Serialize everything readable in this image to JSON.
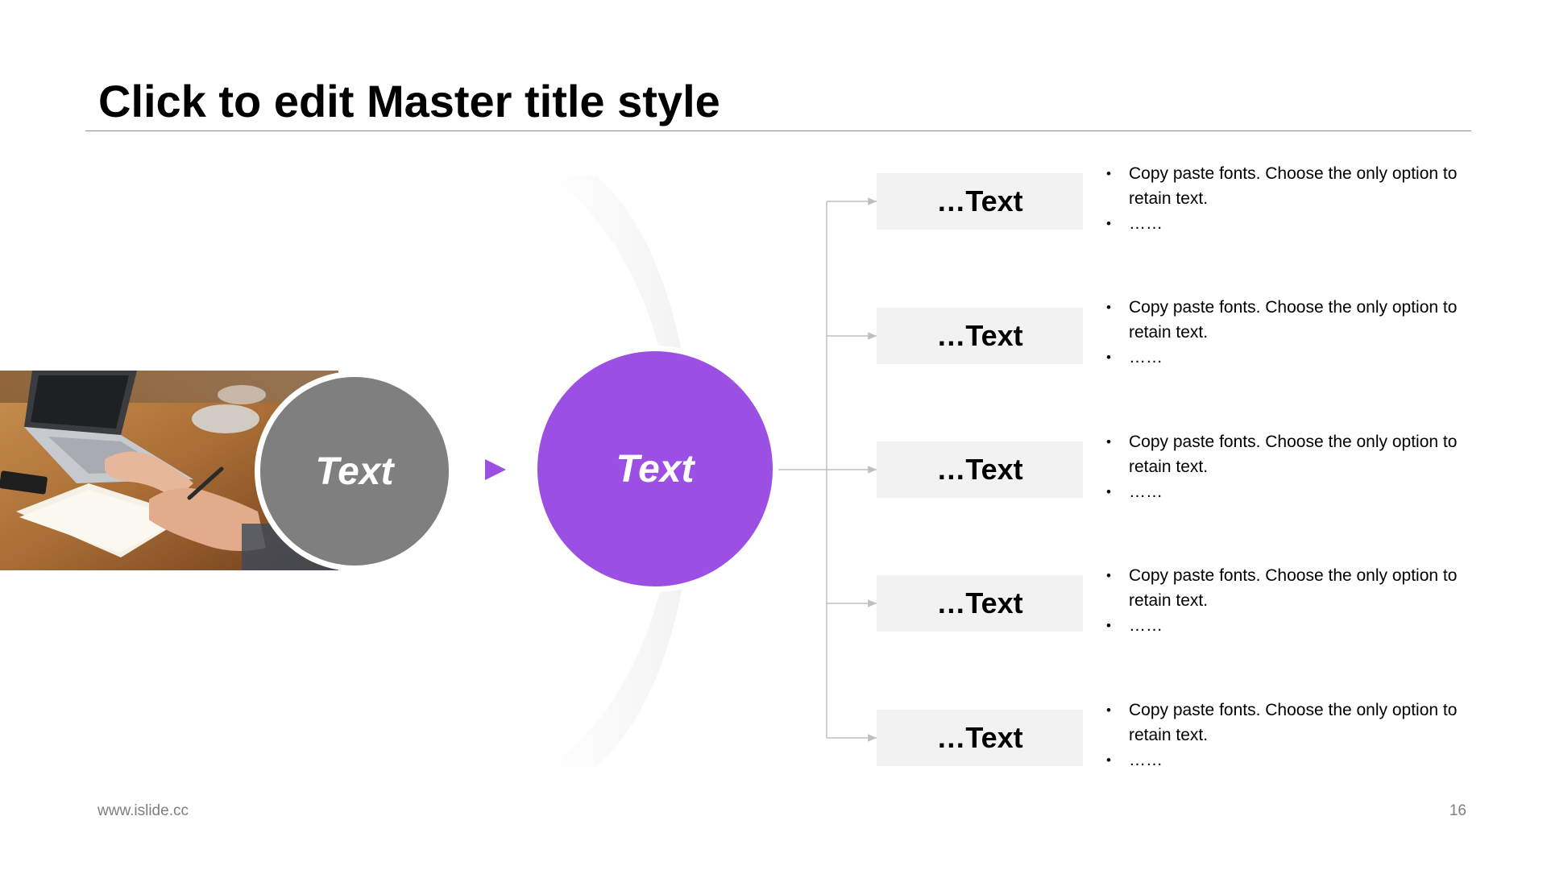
{
  "slide": {
    "title": "Click to edit Master title style",
    "footer_url": "www.islide.cc",
    "page_number": "16"
  },
  "colors": {
    "accent_purple": "#9b4fe3",
    "gray_circle": "#7f7f7f",
    "box_fill": "#f2f2f2",
    "connector": "#bfbfbf"
  },
  "diagram": {
    "source_label": "Text",
    "hub_label": "Text",
    "branches": [
      {
        "label": "…Text",
        "bullets": [
          "Copy paste fonts. Choose the only option to retain text.",
          "……"
        ]
      },
      {
        "label": "…Text",
        "bullets": [
          "Copy paste fonts. Choose the only option to retain text.",
          "……"
        ]
      },
      {
        "label": "…Text",
        "bullets": [
          "Copy paste fonts. Choose the only option to retain text.",
          "……"
        ]
      },
      {
        "label": "…Text",
        "bullets": [
          "Copy paste fonts. Choose the only option to retain text.",
          "……"
        ]
      },
      {
        "label": "…Text",
        "bullets": [
          "Copy paste fonts. Choose the only option to retain text.",
          "……"
        ]
      }
    ]
  }
}
